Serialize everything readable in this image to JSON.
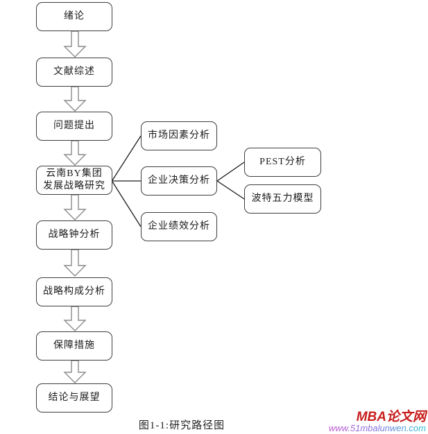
{
  "diagram": {
    "main_flow": [
      {
        "label": "绪论"
      },
      {
        "label": "文献综述"
      },
      {
        "label": "问题提出"
      },
      {
        "label": "云南BY集团\n发展战略研究"
      },
      {
        "label": "战略钟分析"
      },
      {
        "label": "战略构成分析"
      },
      {
        "label": "保障措施"
      },
      {
        "label": "结论与展望"
      }
    ],
    "analysis_branches": [
      {
        "label": "市场因素分析"
      },
      {
        "label": "企业决策分析"
      },
      {
        "label": "企业绩效分析"
      }
    ],
    "decision_tools": [
      {
        "label": "PEST分析"
      },
      {
        "label": "波特五力模型"
      }
    ],
    "caption": "图1-1:研究路径图"
  },
  "watermark": {
    "site_name": "MBA论文网",
    "site_url": "www.51mbalunwen.com",
    "site_name_color": "#c81d1d",
    "url_gradient_start": "#c45ad1",
    "url_gradient_mid": "#7a7ae0",
    "url_gradient_end": "#2ec4d9"
  }
}
